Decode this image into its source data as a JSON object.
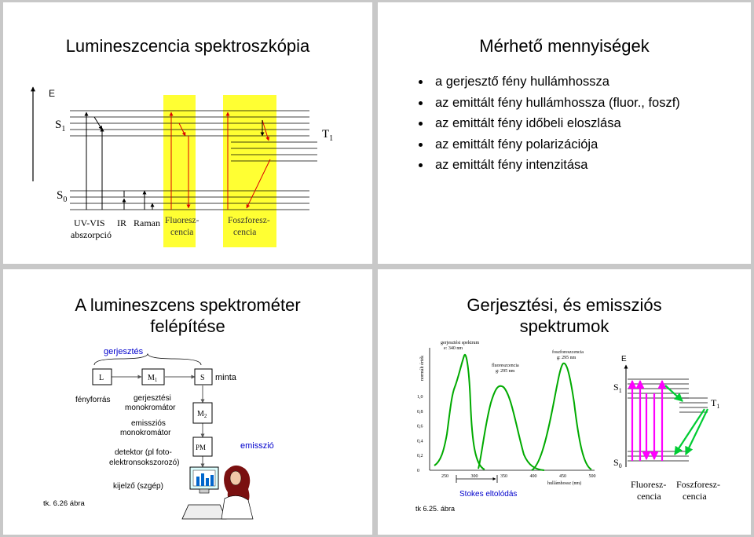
{
  "slide1": {
    "title": "Lumineszcencia spektroszkópia",
    "label_E": "E",
    "label_S1": "S",
    "label_S1_sub": "1",
    "label_T1": "T",
    "label_T1_sub": "1",
    "label_S0": "S",
    "label_S0_sub": "0",
    "cap_uvvis": "UV-VIS",
    "cap_abs": "abszorpció",
    "cap_ir": "IR",
    "cap_raman": "Raman",
    "cap_fluor_1": "Fluoresz-",
    "cap_fluor_2": "cencia",
    "cap_phos_1": "Foszforesz-",
    "cap_phos_2": "cencia",
    "highlight_color": "#ffff33"
  },
  "slide2": {
    "title": "Mérhető mennyiségek",
    "bullets": [
      "a gerjesztő fény hullámhossza",
      "az emittált fény hullámhossza (fluor., foszf)",
      "az emittált fény időbeli eloszlása",
      "az emittált fény polarizációja",
      "az emittált fény intenzitása"
    ]
  },
  "slide3": {
    "title_1": "A lumineszcens spektrométer",
    "title_2": "felépítése",
    "gerjesztes": "gerjesztés",
    "box_L": "L",
    "box_M1": "M",
    "box_M1_sub": "1",
    "box_S": "S",
    "minta": "minta",
    "fenyforras": "fényforrás",
    "gerj_mono_1": "gerjesztési",
    "gerj_mono_2": "monokromátor",
    "box_M2": "M",
    "box_M2_sub": "2",
    "emis_mono_1": "emissziós",
    "emis_mono_2": "monokromátor",
    "box_PM": "PM",
    "emisszio": "emisszió",
    "detektor_1": "detektor (pl foto-",
    "detektor_2": "elektronsokszorozó)",
    "kijelzo": "kijelző (szgép)",
    "fig": "tk. 6.26 ábra"
  },
  "slide4": {
    "title_1": "Gerjesztési, és emissziós",
    "title_2": "spektrumok",
    "ylabel": "normált érték",
    "yticks": [
      "1,0",
      "0,8",
      "0,6",
      "0,4",
      "0,2",
      "0"
    ],
    "xticks": [
      "250",
      "300",
      "350",
      "400",
      "450",
      "500"
    ],
    "xlabel": "hullámhossz (nm)",
    "ann_excitation_1": "gerjesztési spektrum",
    "ann_excitation_2": "e: 340 nm",
    "ann_fluor_1": "fluoreszcencia",
    "ann_fluor_2": "g: 295 nm",
    "ann_phos_1": "foszforeszcencia",
    "ann_phos_2": "g: 295 nm",
    "stokes": "Stokes eltolódás",
    "fig": "tk 6.25. ábra",
    "label_E": "E",
    "label_S1": "S",
    "label_S1_sub": "1",
    "label_T1": "T",
    "label_T1_sub": "1",
    "label_S0": "S",
    "label_S0_sub": "0",
    "cap_fluor_1": "Fluoresz-",
    "cap_fluor_2": "cencia",
    "cap_phos_1": "Foszforesz-",
    "cap_phos_2": "cencia",
    "curve_color": "#00aa00",
    "arrow_color": "#ff00ff"
  }
}
